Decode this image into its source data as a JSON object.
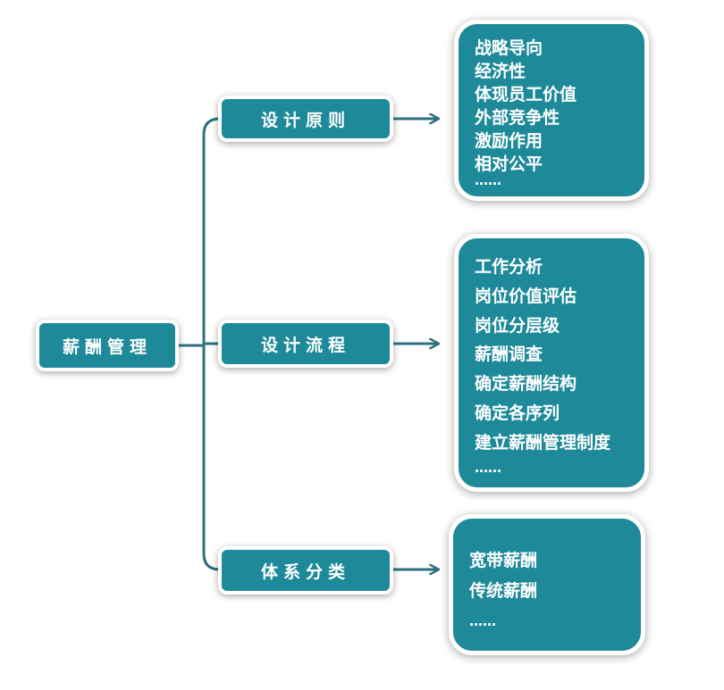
{
  "root": {
    "label": "薪酬管理"
  },
  "branches": [
    {
      "label": "设计原则",
      "items": [
        "战略导向",
        "经济性",
        "体现员工价值",
        "外部竞争性",
        "激励作用",
        "相对公平",
        "……"
      ]
    },
    {
      "label": "设计流程",
      "items": [
        "工作分析",
        "岗位价值评估",
        "岗位分层级",
        "薪酬调查",
        "确定薪酬结构",
        "确定各序列",
        "建立薪酬管理制度",
        "……"
      ]
    },
    {
      "label": "体系分类",
      "items": [
        "宽带薪酬",
        "传统薪酬",
        "……"
      ]
    }
  ],
  "colors": {
    "node_fill": "#1e8a99",
    "connector": "#2f6f80"
  }
}
